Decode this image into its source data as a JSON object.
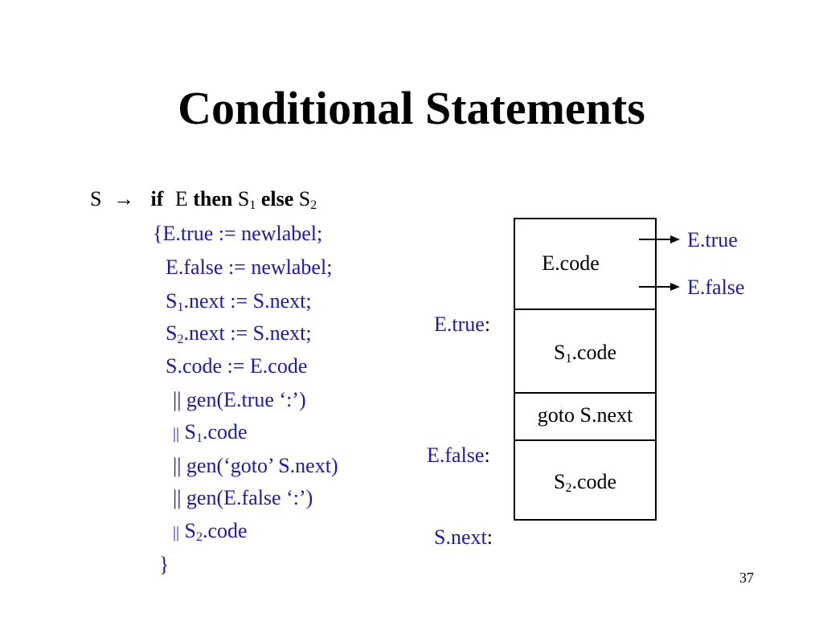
{
  "slide": {
    "title": "Conditional Statements",
    "page_number": "37"
  },
  "production": {
    "lhs": "S",
    "arrow": "→",
    "if": "if",
    "e": "E",
    "then": "then",
    "s": "S",
    "sub1": "1",
    "else": "else",
    "sub2": "2"
  },
  "rules": {
    "open": "{E.true := newlabel;",
    "efalse": "E.false := newlabel;",
    "s1next_s": "S",
    "s1next_sub": "1",
    "s1next_rest": ".next := S.next;",
    "s2next_s": "S",
    "s2next_sub": "2",
    "s2next_rest": ".next := S.next;",
    "scode": "S.code := E.code",
    "gen_etrue": "|| gen(E.true ‘:’)",
    "cat_s1_bar": "||",
    "cat_s1_s": "S",
    "cat_s1_sub": "1",
    "cat_s1_rest": ".code",
    "gen_goto": "|| gen(‘goto’ S.next)",
    "gen_efalse": "|| gen(E.false ‘:’)",
    "cat_s2_bar": "||",
    "cat_s2_s": "S",
    "cat_s2_sub": "2",
    "cat_s2_rest": ".code",
    "close": "}"
  },
  "diagram": {
    "ecode": "E.code",
    "s1code_s": "S",
    "s1code_sub": "1",
    "s1code_rest": ".code",
    "goto": "goto S.next",
    "s2code_s": "S",
    "s2code_sub": "2",
    "s2code_rest": ".code",
    "etrue_arrow": "E.true",
    "efalse_arrow": "E.false",
    "label_etrue": "E.true",
    "label_efalse": "E.false",
    "label_snext": "S.next",
    "colon": ":"
  }
}
